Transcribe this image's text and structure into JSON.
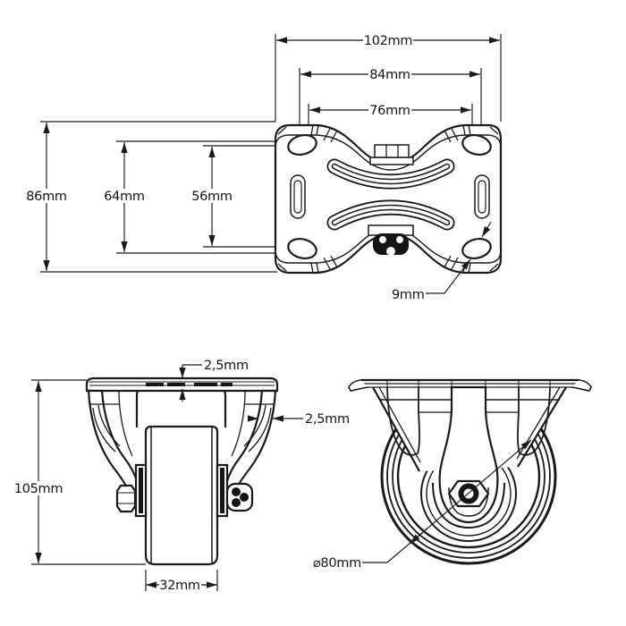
{
  "drawing": {
    "background": "#ffffff",
    "line_color": "#1a1a1a",
    "type": "caster-wheel-technical-drawing",
    "views": {
      "plate_top": {
        "width_outer": "102mm",
        "width_holes_outer": "84mm",
        "width_holes_inner": "76mm",
        "depth_outer": "86mm",
        "depth_holes_outer": "64mm",
        "depth_holes_inner": "56mm",
        "hole_diameter": "9mm"
      },
      "caster_front": {
        "plate_thickness": "2,5mm",
        "bracket_thickness": "2,5mm",
        "total_height": "105mm",
        "wheel_width": "32mm"
      },
      "caster_side": {
        "wheel_diameter": "⌀80mm"
      }
    }
  }
}
